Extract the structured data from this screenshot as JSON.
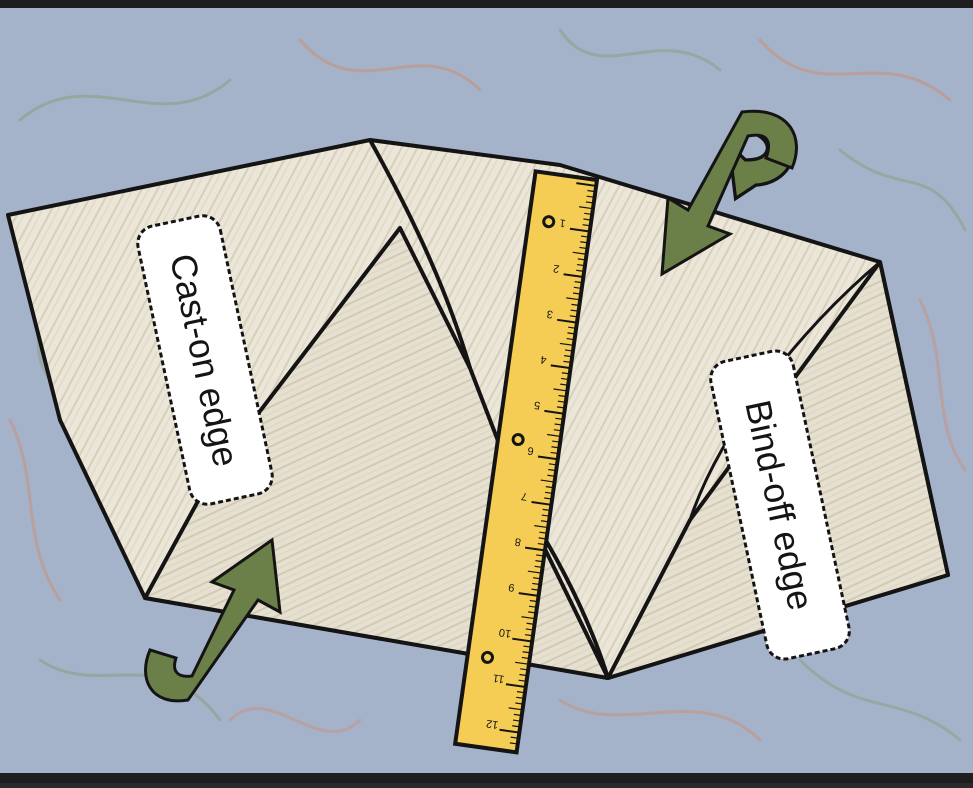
{
  "diagram": {
    "labels": {
      "cast_on": "Cast-on edge",
      "bind_off": "Bind-off edge"
    },
    "ruler": {
      "tick_numbers": [
        "1",
        "2",
        "3",
        "4",
        "5",
        "6",
        "7",
        "8",
        "9",
        "10",
        "11",
        "12"
      ]
    },
    "colors": {
      "frame": "#1e1e1e",
      "background": "#a4b3ca",
      "fabric": "#ebe6d8",
      "fabric_shadow": "#d9d2be",
      "ruler": "#f5cd55",
      "arrow": "#6b8049",
      "label_bg": "#ffffff"
    },
    "icons": [
      "curved-arrow-icon",
      "curved-arrow-icon"
    ]
  }
}
